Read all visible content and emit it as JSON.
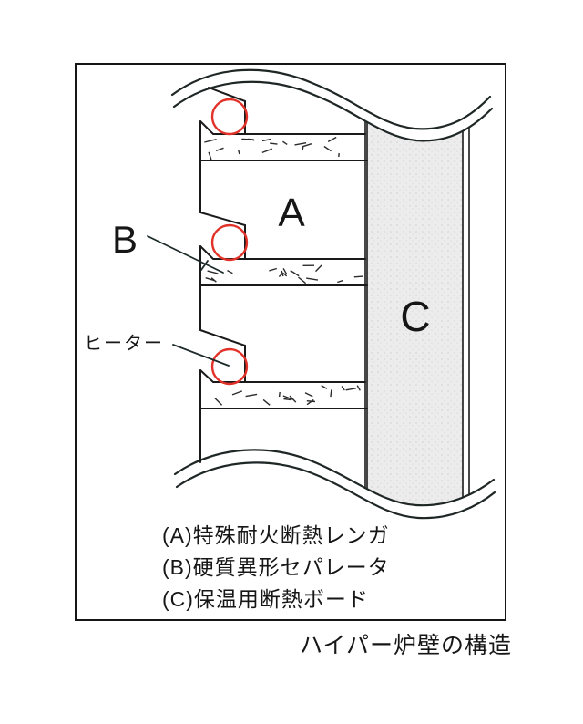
{
  "figure": {
    "caption": "ハイパー炉壁の構造",
    "labels": {
      "brick": "A",
      "separator": "B",
      "board": "C",
      "heater": "ヒーター"
    },
    "legend": [
      "(A)特殊耐火断熱レンガ",
      "(B)硬質異形セパレータ",
      "(C)保温用断熱ボード"
    ],
    "colors": {
      "line": "#1a1a1a",
      "heater_ring": "#e23128",
      "board_fill": "#ececec",
      "board_dot": "#d6d6d6"
    }
  }
}
